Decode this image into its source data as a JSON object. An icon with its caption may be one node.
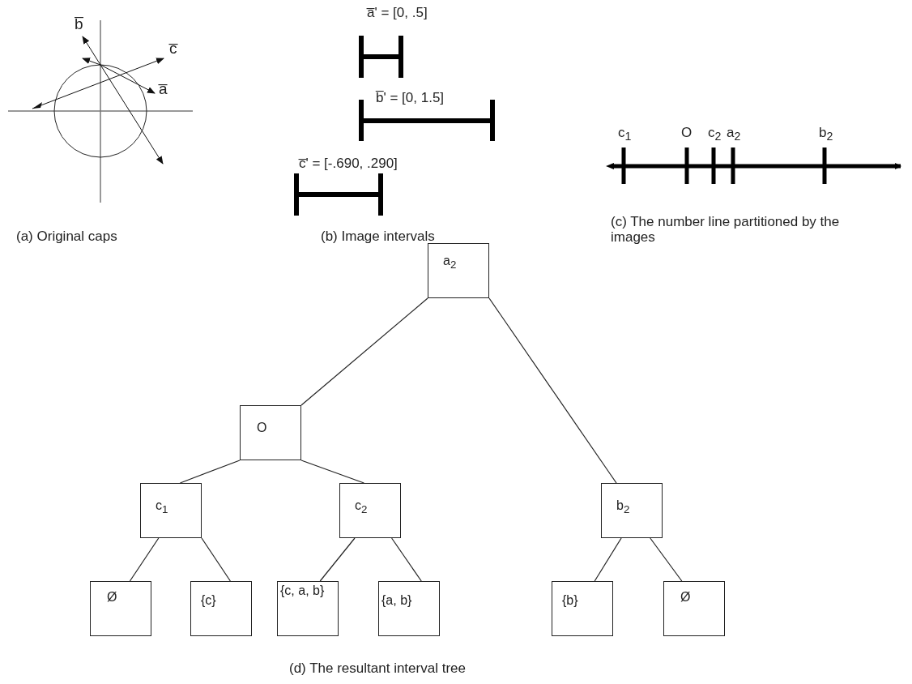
{
  "diagram": {
    "caption": "(d) The resultant interval tree",
    "nodes": [
      {
        "text": [
          "a$_{2}$"
        ]
      },
      {
        "text": [
          "O"
        ]
      },
      {
        "text": [
          "c$_{1}$"
        ]
      },
      {
        "text": [
          "c$_{2}$"
        ]
      },
      {
        "text": [
          "b$_{2}$"
        ]
      },
      {
        "text": [
          "Ø"
        ]
      },
      {
        "text": [
          "{c}"
        ]
      },
      {
        "text": [
          "{c, a, b}"
        ]
      },
      {
        "text": [
          "{a, b}"
        ]
      },
      {
        "text": [
          "{b}"
        ]
      },
      {
        "text": [
          "Ø"
        ]
      }
    ],
    "edges": [
      {
        "from": 0,
        "to": 1,
        "arrow": "none"
      },
      {
        "from": 0,
        "to": 4,
        "arrow": "none"
      },
      {
        "from": 1,
        "to": 2,
        "arrow": "none"
      },
      {
        "from": 1,
        "to": 3,
        "arrow": "none"
      },
      {
        "from": 2,
        "to": 5,
        "arrow": "none"
      },
      {
        "from": 2,
        "to": 6,
        "arrow": "none"
      },
      {
        "from": 3,
        "to": 7,
        "arrow": "none"
      },
      {
        "from": 3,
        "to": 8,
        "arrow": "none"
      },
      {
        "from": 4,
        "to": 9,
        "arrow": "none"
      },
      {
        "from": 4,
        "to": 10,
        "arrow": "none"
      }
    ],
    "labels": [
      "b̅",
      "c̅",
      "a̅",
      "(a) Original caps",
      "a̅' = [0, .5]",
      "b̅' = [0, 1.5]",
      "c̅' = [-.690, .290]",
      "(b) Image intervals",
      "c$_{1}$",
      "O",
      "c$_{2}$",
      "a$_{2}$",
      "b$_{2}$",
      "(c) The number line partitioned by the images"
    ]
  }
}
